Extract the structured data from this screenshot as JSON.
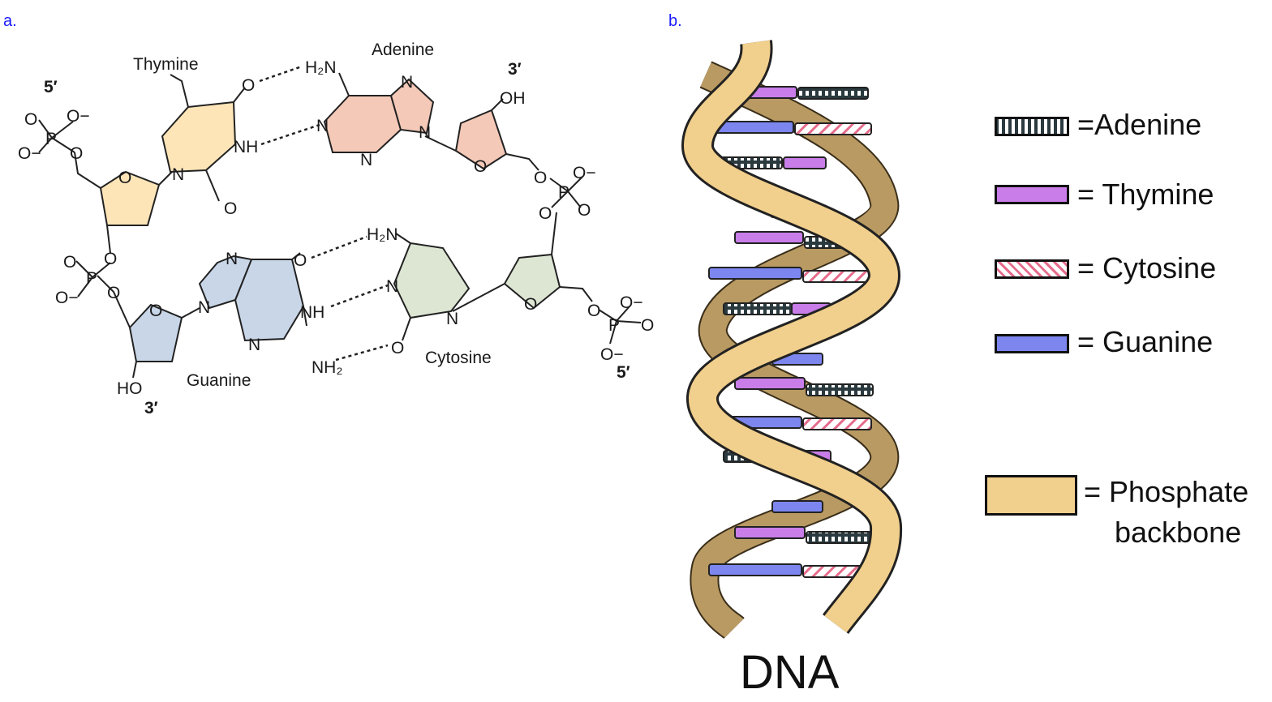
{
  "panel_a": {
    "label": "a.",
    "five_prime_top": "5′",
    "three_prime_top": "3′",
    "three_prime_bottom": "3′",
    "five_prime_bottom": "5′",
    "bases": {
      "thymine": "Thymine",
      "adenine": "Adenine",
      "guanine": "Guanine",
      "cytosine": "Cytosine"
    },
    "atoms": {
      "h2n": "H₂N",
      "nh": "NH",
      "nh2": "NH₂",
      "oh": "OH",
      "ho": "HO",
      "o": "O",
      "n": "N",
      "p": "P",
      "o_minus": "O−"
    },
    "colors": {
      "thymine": "#fde5b8",
      "adenine": "#f5c9b8",
      "guanine": "#c8d6e8",
      "cytosine": "#dde6d3"
    }
  },
  "panel_b": {
    "label": "b.",
    "title": "DNA",
    "legend": [
      {
        "text": "=Adenine",
        "pattern": "adenine-stripes",
        "color": "#2a3a3f"
      },
      {
        "text": "= Thymine",
        "pattern": "solid",
        "color": "#c87de8"
      },
      {
        "text": "= Cytosine",
        "pattern": "cytosine-hatch",
        "color": "#e56c8c"
      },
      {
        "text": "= Guanine",
        "pattern": "solid",
        "color": "#7c86ee"
      },
      {
        "text": "= Phosphate",
        "text2": "backbone",
        "pattern": "solid",
        "color": "#f1cf8c"
      }
    ],
    "colors": {
      "backbone_front": "#f1cf8c",
      "backbone_back": "#b99a63",
      "thymine": "#c87de8",
      "guanine": "#7c86ee",
      "adenine_bg": "#2a3a3f",
      "cytosine_stripe": "#e56c8c"
    }
  }
}
